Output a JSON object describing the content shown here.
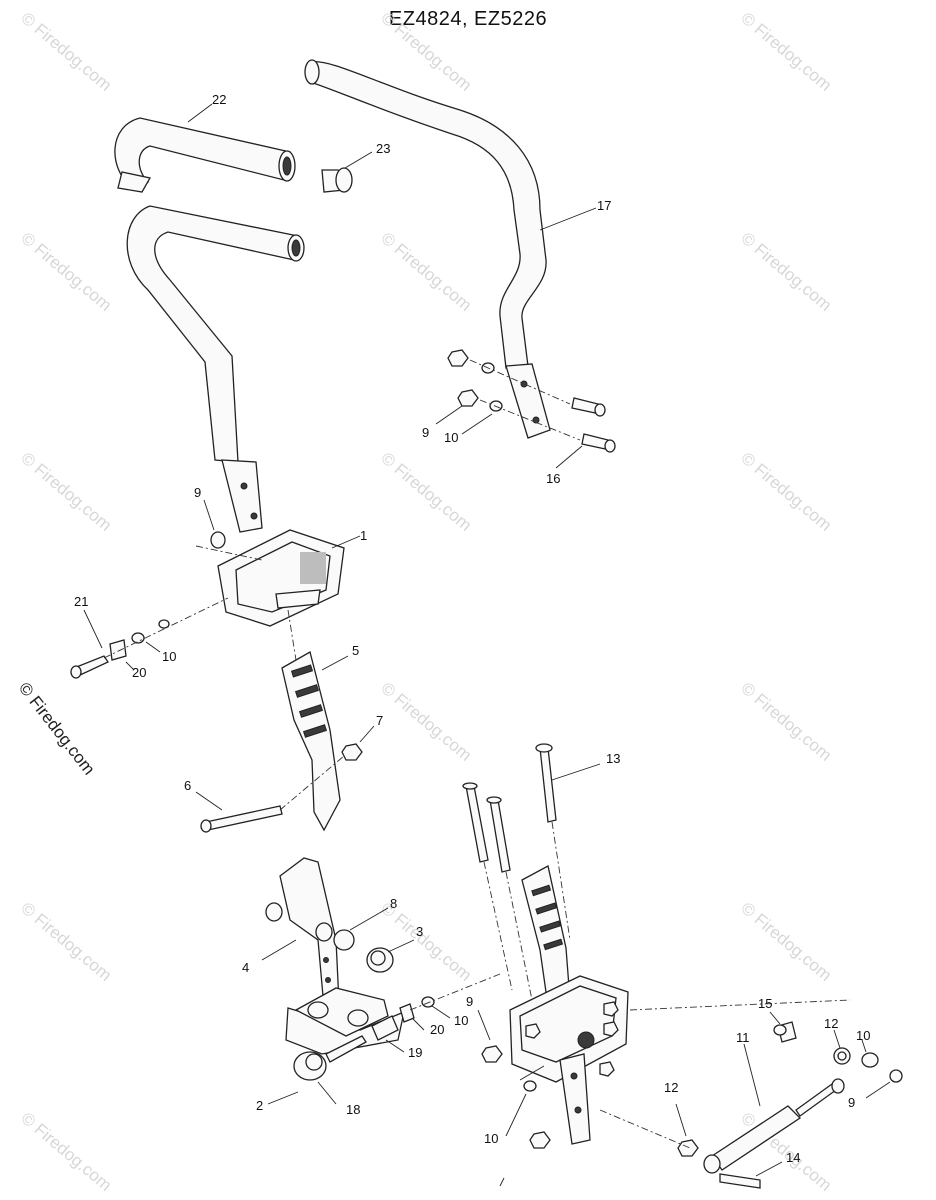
{
  "title": "EZ4824, EZ5226",
  "watermark": "© Firedog.com",
  "part_labels": {
    "p1": "1",
    "p2": "2",
    "p3": "3",
    "p4": "4",
    "p5": "5",
    "p6": "6",
    "p7": "7",
    "p8": "8",
    "p9a": "9",
    "p9b": "9",
    "p9c": "9",
    "p9d": "9",
    "p10a": "10",
    "p10b": "10",
    "p10c": "10",
    "p10d": "10",
    "p10e": "10",
    "p11": "11",
    "p12a": "12",
    "p12b": "12",
    "p13": "13",
    "p14": "14",
    "p15": "15",
    "p16": "16",
    "p17": "17",
    "p18": "18",
    "p19": "19",
    "p20a": "20",
    "p20b": "20",
    "p21": "21",
    "p22": "22",
    "p23": "23"
  }
}
